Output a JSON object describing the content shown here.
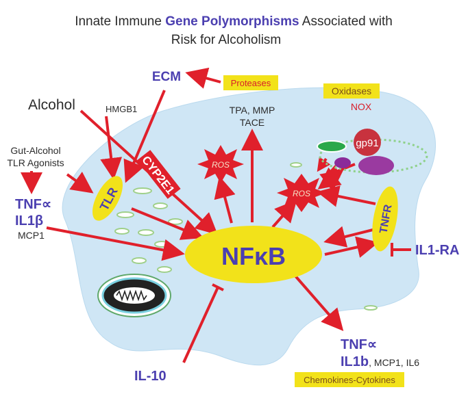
{
  "title": {
    "part1": "Innate Immune ",
    "highlight": "Gene Polymorphisms",
    "part2": " Associated with",
    "line2": "Risk for Alcoholism"
  },
  "labels": {
    "ecm": "ECM",
    "proteases": "Proteases",
    "alcohol": "Alcohol",
    "hmgb1": "HMGB1",
    "gut_alcohol": "Gut-Alcohol",
    "tlr_agonists": "TLR Agonists",
    "tnf_left": "TNF",
    "alpha_left": "∝",
    "il1b_left": "IL1",
    "beta_left": "β",
    "mcp1_left": "MCP1",
    "tlr": "TLR",
    "cyp2e1": "CYP2E1",
    "tpa_mmp": "TPA, MMP",
    "tace": "TACE",
    "ros1": "ROS",
    "ros2": "ROS",
    "oxidases": "Oxidases",
    "nox": "NOX",
    "gp91": "gp91",
    "tnfr": "TNFR",
    "nfkb": "NFκB",
    "il1ra": "IL1-RA",
    "il10": "IL-10",
    "tnf_right": "TNF",
    "alpha_right": "∝",
    "il1b_right": "IL1b",
    "mcp1_il6": ", MCP1, IL6",
    "chemokines": "Chemokines-Cytokines"
  },
  "colors": {
    "arrow": "#e0202b",
    "cell": "#cfe6f5",
    "highlight_yellow": "#f2e21a",
    "title_highlight": "#4b3fb0"
  }
}
